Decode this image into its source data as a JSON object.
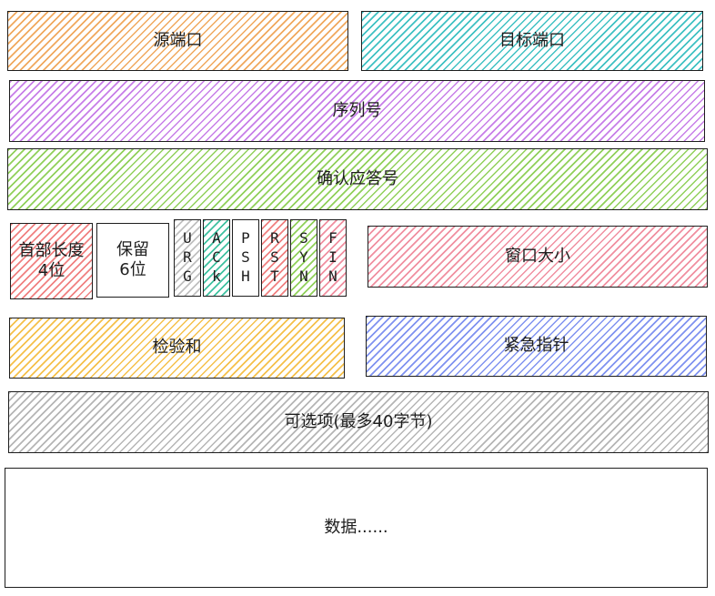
{
  "fields": {
    "src_port": {
      "label": "源端口",
      "color": "#f0a85d"
    },
    "dst_port": {
      "label": "目标端口",
      "color": "#3fc1c3"
    },
    "seq": {
      "label": "序列号",
      "color": "#c77ee8"
    },
    "ack": {
      "label": "确认应答号",
      "color": "#90d05a"
    },
    "header_len": {
      "label": "首部长度\n4位",
      "color": "#f08080"
    },
    "reserved": {
      "label": "保留\n6位",
      "color": "#ffffff"
    },
    "window": {
      "label": "窗口大小",
      "color": "#f08fa0"
    },
    "checksum": {
      "label": "检验和",
      "color": "#f5c04a"
    },
    "urgent_ptr": {
      "label": "紧急指针",
      "color": "#7f92f0"
    },
    "options": {
      "label": "可选项(最多40字节)",
      "color": "#b5b5b5"
    },
    "data": {
      "label": "数据......",
      "color": "#ffffff"
    }
  },
  "flags": [
    {
      "name": "urg",
      "letters": [
        "U",
        "R",
        "G"
      ],
      "color": "#c0c0c0"
    },
    {
      "name": "ack",
      "letters": [
        "A",
        "C",
        "k"
      ],
      "color": "#3fc1a0"
    },
    {
      "name": "psh",
      "letters": [
        "P",
        "S",
        "H"
      ],
      "color": "#ffffff"
    },
    {
      "name": "rst",
      "letters": [
        "R",
        "S",
        "T"
      ],
      "color": "#f08080"
    },
    {
      "name": "syn",
      "letters": [
        "S",
        "Y",
        "N"
      ],
      "color": "#90d05a"
    },
    {
      "name": "fin",
      "letters": [
        "F",
        "I",
        "N"
      ],
      "color": "#f08fa0"
    }
  ]
}
